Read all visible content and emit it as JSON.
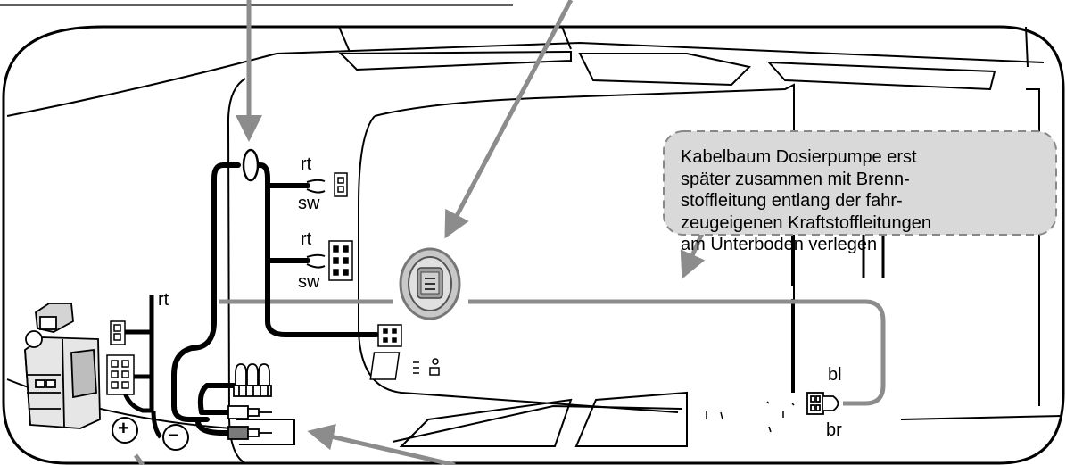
{
  "callout": {
    "lines": [
      "Kabelbaum Dosierpumpe erst",
      "später zusammen mit Brenn-",
      "stoffleitung entlang der fahr-",
      "zeugeigenen Kraftstoffleitungen",
      "am Unterboden verlegen"
    ]
  },
  "wire_labels": {
    "rt_upper": "rt",
    "sw_upper": "sw",
    "rt_middle": "rt",
    "sw_middle": "sw",
    "rt_left": "rt",
    "bl": "bl",
    "br": "br"
  },
  "symbols": {
    "plus": "+",
    "minus": "−"
  },
  "colors": {
    "callout_fill": "#d9d9d9",
    "harness": "#000000",
    "pump_cable": "#8c8c8c",
    "arrow": "#8c8c8c"
  }
}
